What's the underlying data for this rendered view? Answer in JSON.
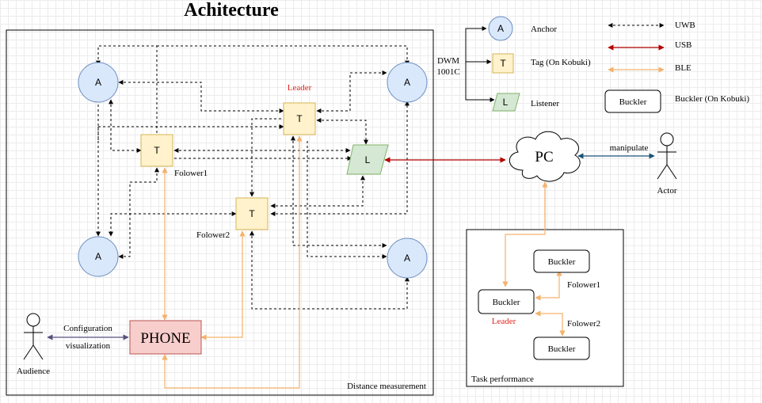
{
  "title": "Achitecture",
  "legend": {
    "dwm": [
      "DWM",
      "1001C"
    ],
    "anchor": {
      "symbol": "A",
      "label": "Anchor"
    },
    "tag": {
      "symbol": "T",
      "label": "Tag (On Kobuki)"
    },
    "listener": {
      "symbol": "L",
      "label": "Listener"
    },
    "buckler": {
      "symbol": "Buckler",
      "label": "Buckler (On Kobuki)"
    },
    "uwb": "UWB",
    "usb": "USB",
    "ble": "BLE"
  },
  "main": {
    "anchor_label": "A",
    "tag_label": "T",
    "listener_label": "L",
    "leader": "Leader",
    "follower1": "Folower1",
    "follower2": "Folower2",
    "phone": "PHONE",
    "pc": "PC",
    "manipulate": "manipulate",
    "actor": "Actor",
    "audience": "Audience",
    "configuration": "Configuration",
    "visualization": "visualization",
    "distance_measurement": "Distance measurement"
  },
  "task": {
    "buckler": "Buckler",
    "leader": "Leader",
    "follower1": "Folower1",
    "follower2": "Folower2",
    "caption": "Task performance"
  },
  "colors": {
    "anchor_fill": "#dae8fc",
    "anchor_stroke": "#6c8ebf",
    "tag_fill": "#fff2cc",
    "tag_stroke": "#d6b656",
    "listener_fill": "#d5e8d4",
    "listener_stroke": "#82b366",
    "phone_fill": "#f8cecc",
    "phone_stroke": "#b85450",
    "ble": "#f4b26b",
    "usb": "#b40000",
    "manipulate": "#1a5276",
    "audience_link": "#56517e"
  }
}
